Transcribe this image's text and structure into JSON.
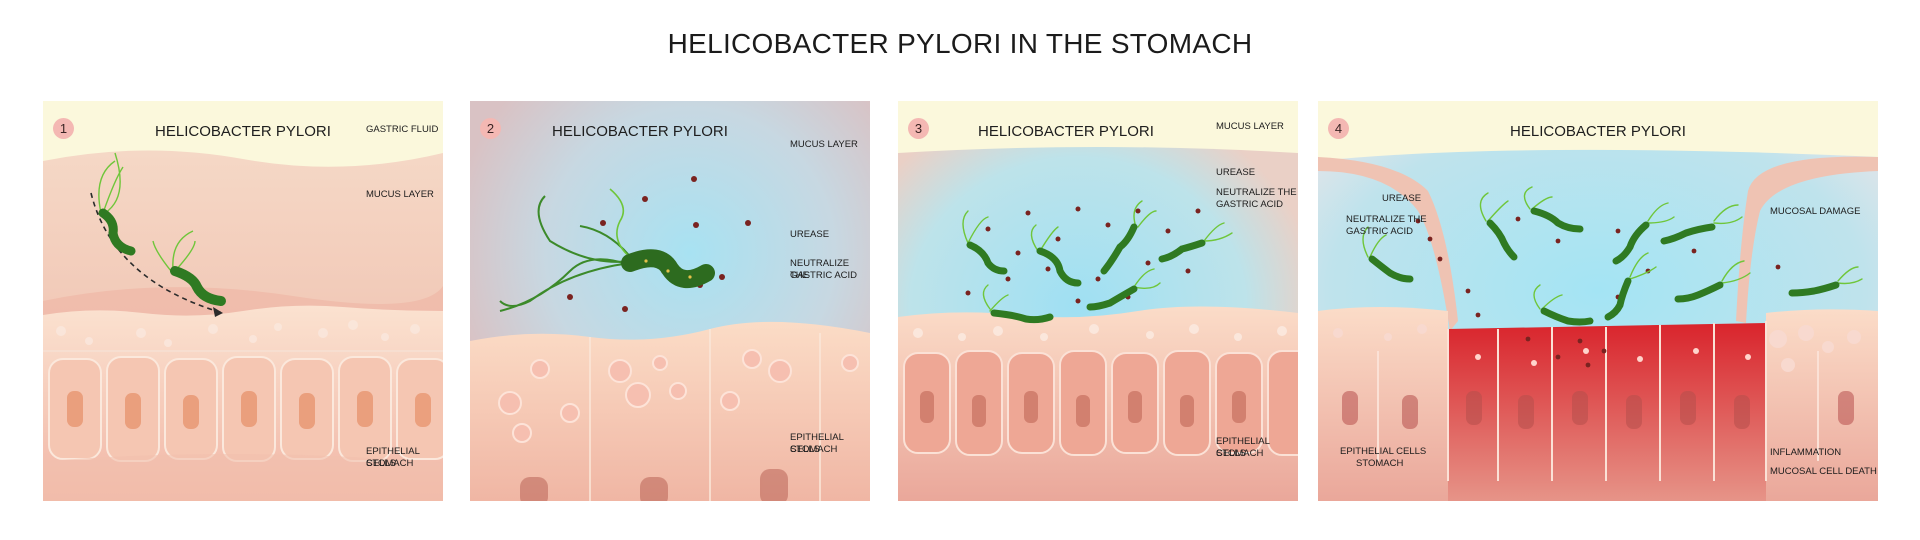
{
  "title": "HELICOBACTER PYLORI IN THE STOMACH",
  "panels": [
    {
      "number": "1",
      "title": "HELICOBACTER PYLORI",
      "labels": {
        "gastric_fluid": "GASTRIC FLUID",
        "mucus_layer": "MUCUS LAYER",
        "epithelial_cells": "EPITHELIAL CELLS",
        "stomach": "STOMACH"
      }
    },
    {
      "number": "2",
      "title": "HELICOBACTER PYLORI",
      "labels": {
        "mucus_layer": "MUCUS LAYER",
        "urease": "UREASE",
        "neutralize_1": "NEUTRALIZE THE",
        "neutralize_2": "GASTRIC ACID",
        "epithelial_cells": "EPITHELIAL CELLS",
        "stomach": "STOMACH"
      }
    },
    {
      "number": "3",
      "title": "HELICOBACTER PYLORI",
      "labels": {
        "mucus_layer": "MUCUS LAYER",
        "urease": "UREASE",
        "neutralize_1": "NEUTRALIZE THE",
        "neutralize_2": "GASTRIC ACID",
        "epithelial_cells": "EPITHELIAL CELLS",
        "stomach": "STOMACH"
      }
    },
    {
      "number": "4",
      "title": "HELICOBACTER PYLORI",
      "labels": {
        "urease": "UREASE",
        "neutralize_1": "NEUTRALIZE THE",
        "neutralize_2": "GASTRIC ACID",
        "mucosal_damage": "MUCOSAL DAMAGE",
        "epithelial_cells": "EPITHELIAL CELLS",
        "stomach": "STOMACH",
        "inflammation": "INFLAMMATION",
        "mucosal_cell_death": "MUCOSAL CELL DEATH"
      }
    }
  ],
  "colors": {
    "gastric_fluid": "#fbf8dc",
    "mucus": "#f3cfbd",
    "epithelium": "#f7cbb6",
    "nucleus": "#e88f6a",
    "bacterium": "#2f7a22",
    "flagella": "#6fc63a",
    "urease_dot": "#7a2320",
    "neutralized_zone": "#a9e3f2",
    "inflamed_cell": "#d9242c",
    "badge": "#f4b8b3"
  },
  "icons": [
    "helicobacter-bacterium-icon",
    "urease-dot-icon",
    "epithelial-cell-icon",
    "movement-arrow-icon"
  ]
}
